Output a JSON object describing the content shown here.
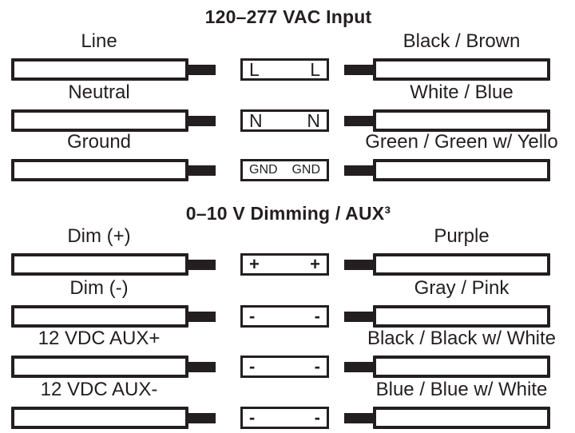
{
  "colors": {
    "ink": "#231f20",
    "background": "#ffffff"
  },
  "vac": {
    "title": "120–277 VAC Input",
    "rows": [
      {
        "left_label": "Line",
        "terminal_left": "L",
        "terminal_right": "L",
        "right_label": "Black / Brown"
      },
      {
        "left_label": "Neutral",
        "terminal_left": "N",
        "terminal_right": "N",
        "right_label": "White / Blue"
      },
      {
        "left_label": "Ground",
        "terminal_left": "GND",
        "terminal_right": "GND",
        "right_label": "Green / Green w/ Yello"
      }
    ]
  },
  "dim": {
    "title": "0–10 V Dimming / AUX³",
    "rows": [
      {
        "left_label": "Dim (+)",
        "terminal_left": "+",
        "terminal_right": "+",
        "right_label": "Purple"
      },
      {
        "left_label": "Dim (-)",
        "terminal_left": "-",
        "terminal_right": "-",
        "right_label": "Gray / Pink"
      },
      {
        "left_label": "12 VDC AUX+",
        "terminal_left": "-",
        "terminal_right": "-",
        "right_label": "Black / Black w/ White"
      },
      {
        "left_label": "12 VDC AUX-",
        "terminal_left": "-",
        "terminal_right": "-",
        "right_label": "Blue / Blue w/ White"
      }
    ]
  }
}
